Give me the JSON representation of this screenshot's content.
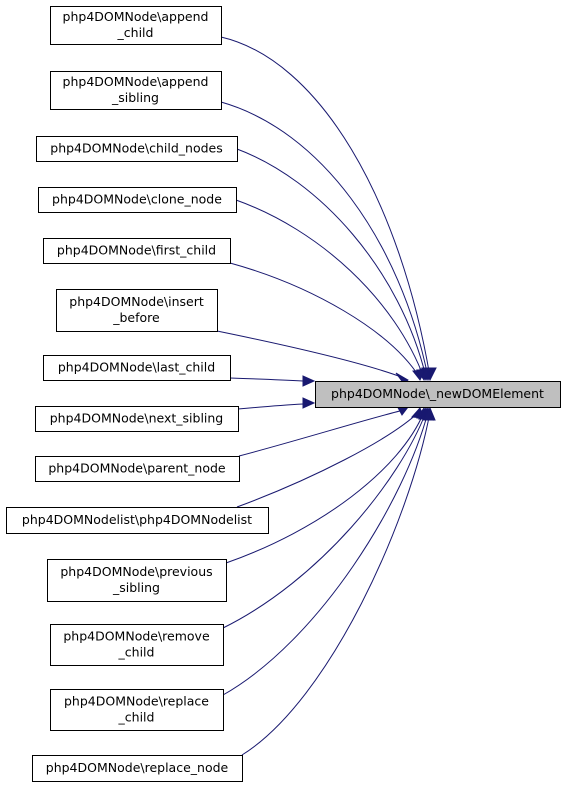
{
  "diagram": {
    "target": {
      "lines": [
        "php4DOMNode\\_newDOMElement"
      ]
    },
    "callers": [
      {
        "id": "append-child",
        "lines": [
          "php4DOMNode\\append",
          "_child"
        ]
      },
      {
        "id": "append-sibling",
        "lines": [
          "php4DOMNode\\append",
          "_sibling"
        ]
      },
      {
        "id": "child-nodes",
        "lines": [
          "php4DOMNode\\child_nodes"
        ]
      },
      {
        "id": "clone-node",
        "lines": [
          "php4DOMNode\\clone_node"
        ]
      },
      {
        "id": "first-child",
        "lines": [
          "php4DOMNode\\first_child"
        ]
      },
      {
        "id": "insert-before",
        "lines": [
          "php4DOMNode\\insert",
          "_before"
        ]
      },
      {
        "id": "last-child",
        "lines": [
          "php4DOMNode\\last_child"
        ]
      },
      {
        "id": "next-sibling",
        "lines": [
          "php4DOMNode\\next_sibling"
        ]
      },
      {
        "id": "parent-node",
        "lines": [
          "php4DOMNode\\parent_node"
        ]
      },
      {
        "id": "nodelist-constructor",
        "lines": [
          "php4DOMNodelist\\php4DOMNodelist"
        ]
      },
      {
        "id": "previous-sibling",
        "lines": [
          "php4DOMNode\\previous",
          "_sibling"
        ]
      },
      {
        "id": "remove-child",
        "lines": [
          "php4DOMNode\\remove",
          "_child"
        ]
      },
      {
        "id": "replace-child",
        "lines": [
          "php4DOMNode\\replace",
          "_child"
        ]
      },
      {
        "id": "replace-node",
        "lines": [
          "php4DOMNode\\replace_node"
        ]
      }
    ],
    "colors": {
      "edge": "#191970",
      "target_fill": "#bfbfbf",
      "node_fill": "#ffffff",
      "border": "#000000"
    }
  }
}
